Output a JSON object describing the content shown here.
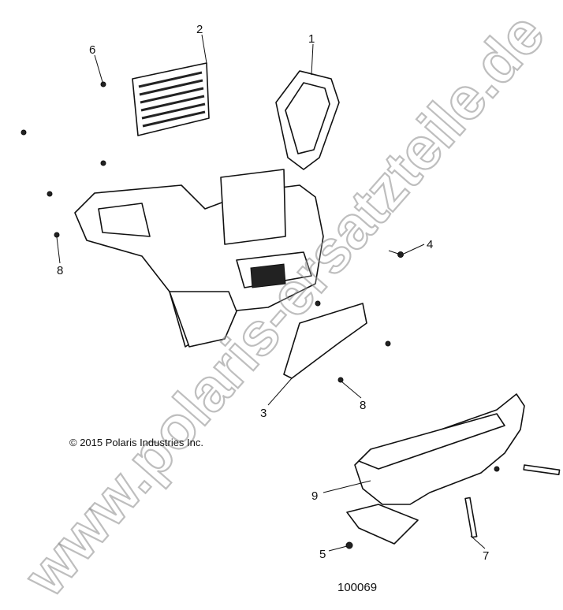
{
  "diagram": {
    "watermark": "www.polaris-ersatzteile.de",
    "copyright": "© 2015 Polaris Industries Inc.",
    "figure_number": "100069",
    "callouts": [
      {
        "id": "c1",
        "label": "1"
      },
      {
        "id": "c2",
        "label": "2"
      },
      {
        "id": "c3",
        "label": "3"
      },
      {
        "id": "c4",
        "label": "4"
      },
      {
        "id": "c5",
        "label": "5"
      },
      {
        "id": "c6",
        "label": "6"
      },
      {
        "id": "c7",
        "label": "7"
      },
      {
        "id": "c8a",
        "label": "8"
      },
      {
        "id": "c8b",
        "label": "8"
      },
      {
        "id": "c9",
        "label": "9"
      }
    ]
  }
}
